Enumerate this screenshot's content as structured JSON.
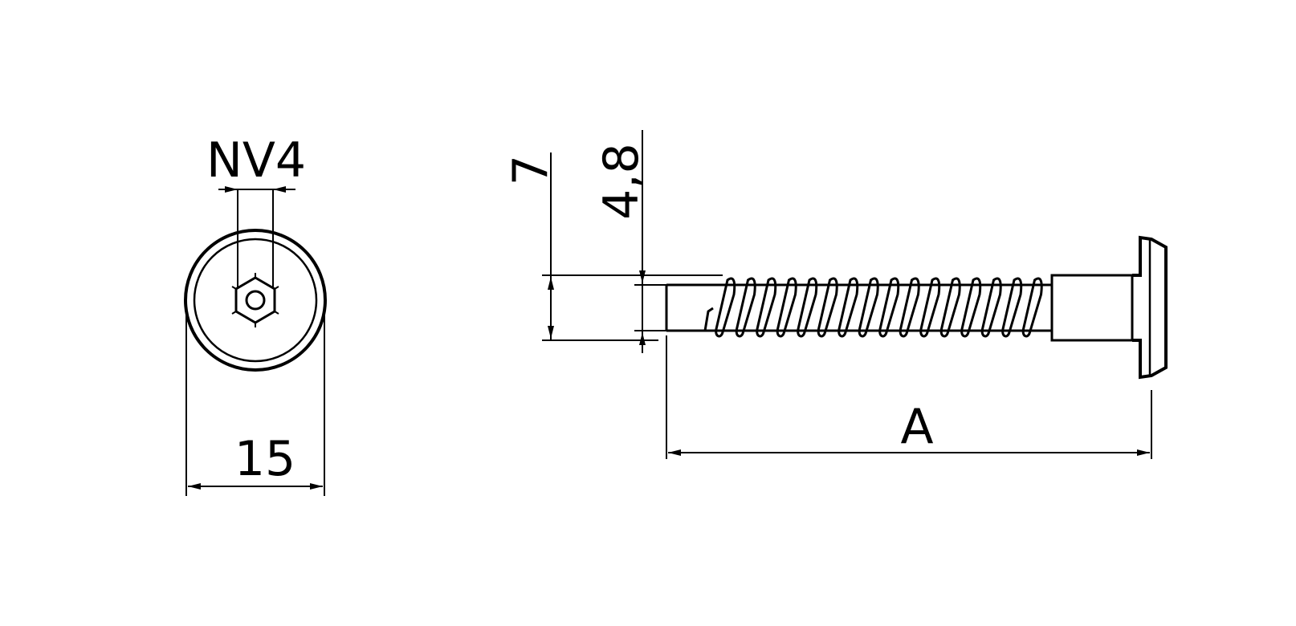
{
  "head_view": {
    "drive_label": "NV4",
    "diameter_label": "15"
  },
  "side_view": {
    "head_height_label": "7",
    "shank_diameter_label": "4,8",
    "length_label": "A"
  },
  "colors": {
    "line": "#000000",
    "background": "#ffffff"
  },
  "thread": {
    "turns": 16
  }
}
